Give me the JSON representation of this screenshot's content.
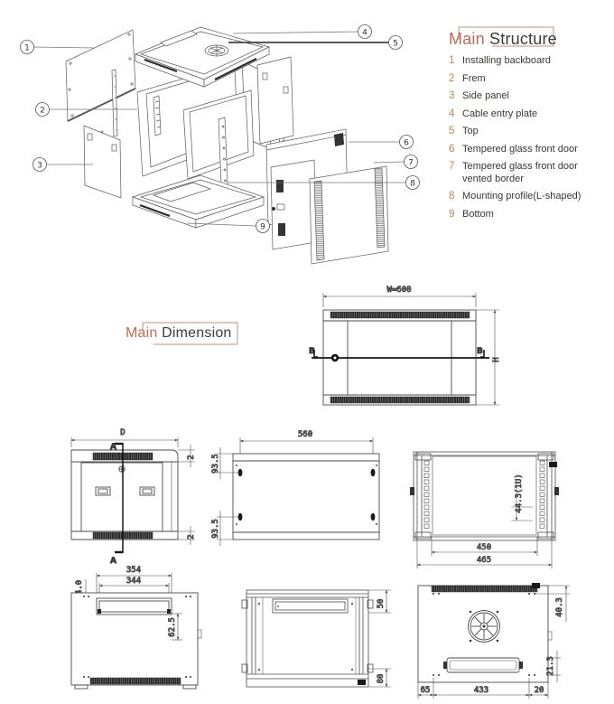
{
  "structure_panel": {
    "title_accent": "Main",
    "title_rest": "Structure",
    "items": [
      {
        "num": "1",
        "label": "Installing backboard"
      },
      {
        "num": "2",
        "label": "Frem"
      },
      {
        "num": "3",
        "label": "Side panel"
      },
      {
        "num": "4",
        "label": "Cable entry plate"
      },
      {
        "num": "5",
        "label": "Top"
      },
      {
        "num": "6",
        "label": "Tempered glass front door"
      },
      {
        "num": "7",
        "label": "Tempered glass front door vented border"
      },
      {
        "num": "8",
        "label": "Mounting profile(L-shaped)"
      },
      {
        "num": "9",
        "label": "Bottom"
      }
    ]
  },
  "dimension_panel": {
    "title_accent": "Main",
    "title_rest": "Dimension"
  },
  "callouts": {
    "c1": "1",
    "c2": "2",
    "c3": "3",
    "c4": "4",
    "c5": "5",
    "c6": "6",
    "c7": "7",
    "c8": "8",
    "c9": "9"
  },
  "front_view": {
    "width_label": "W=600",
    "height_label": "H",
    "section_left": "B",
    "section_right": "B"
  },
  "side_view": {
    "depth_label": "D",
    "section_top": "A",
    "section_bottom": "A",
    "lip_top": "2",
    "lip_bottom": "2"
  },
  "back_view": {
    "slot_span": "560",
    "offset_top": "93.5",
    "offset_bottom": "93.5"
  },
  "section_b_view": {
    "unit_pitch": "44.3(1U)",
    "rail_inner": "450",
    "rail_outer": "465"
  },
  "top_view": {
    "slot_outer": "354",
    "slot_inner": "344",
    "edge_offset": "4.0",
    "slot_depth": "62.5"
  },
  "section_a_view": {
    "top_gap": "50",
    "bottom_gap": "80"
  },
  "bottom_view": {
    "edge_left": "65",
    "hole_span": "433",
    "edge_right": "20",
    "corner_offset": "40.3",
    "slot_offset": "21.3"
  },
  "colors": {
    "accent": "#bf6b55",
    "list_number": "#c08552",
    "text": "#3b3633",
    "line": "#4a4a4a",
    "bracket": "#b59483"
  }
}
